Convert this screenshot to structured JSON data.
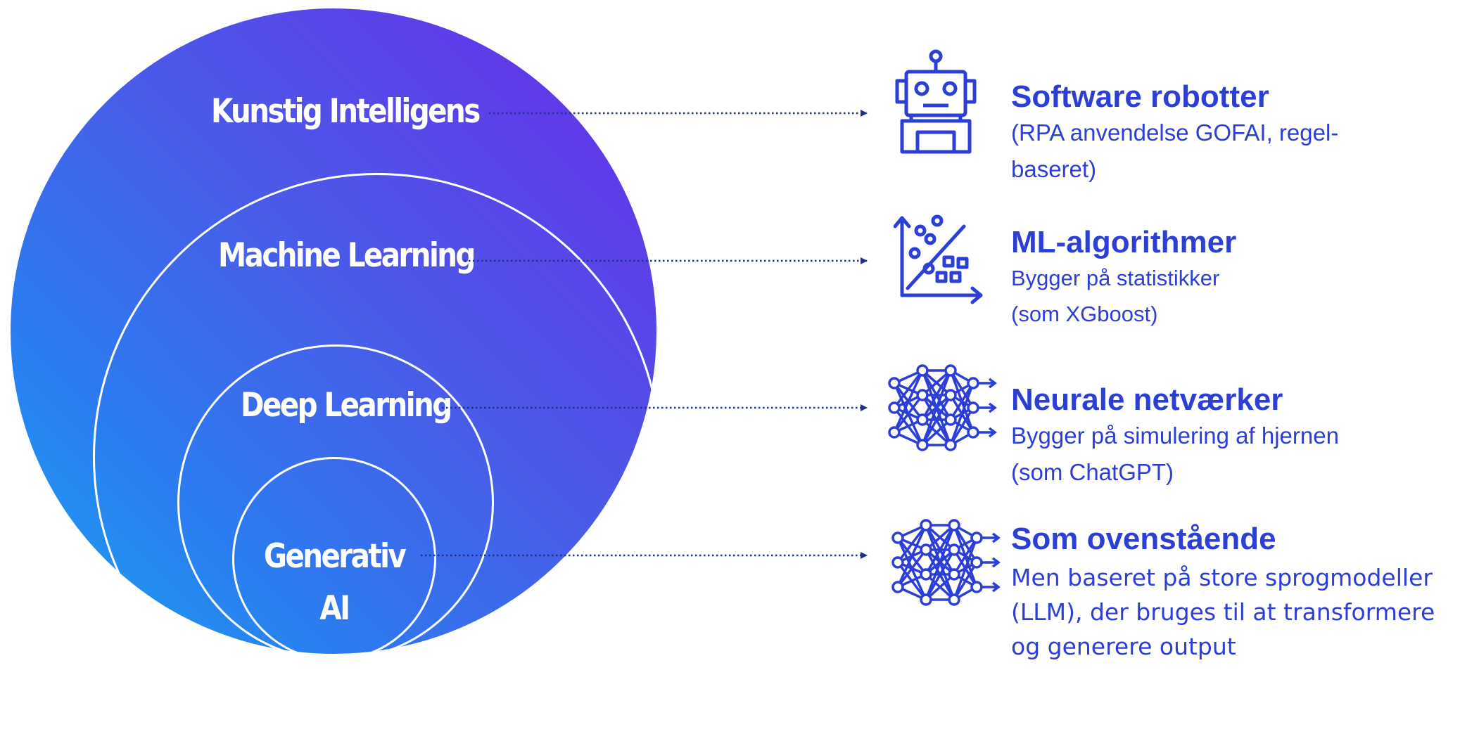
{
  "circles": {
    "ai": "Kunstig Intelligens",
    "ml": "Machine Learning",
    "dl": "Deep Learning",
    "gen_line1": "Generativ",
    "gen_line2": "AI"
  },
  "items": [
    {
      "icon": "robot-icon",
      "title": "Software robotter",
      "desc_lines": [
        "(RPA anvendelse GOFAI, regel-",
        "baseret)"
      ]
    },
    {
      "icon": "scatter-chart-icon",
      "title": "ML-algorithmer",
      "desc_lines": [
        "Bygger på statistikker",
        "(som XGboost)"
      ]
    },
    {
      "icon": "neural-network-icon",
      "title": "Neurale netværker",
      "desc_lines": [
        "Bygger på simulering af hjernen",
        "(som ChatGPT)"
      ]
    },
    {
      "icon": "neural-network-icon",
      "title": "Som ovenstående",
      "desc_lines": [
        "Men baseret på store sprogmodeller",
        "(LLM), der bruges til at transformere",
        "og generere output"
      ]
    }
  ],
  "colors": {
    "accent": "#2b3fd6",
    "circle_top": "#6a2be8",
    "circle_bottom": "#1aa6f3",
    "connector": "#1f2f8f"
  }
}
